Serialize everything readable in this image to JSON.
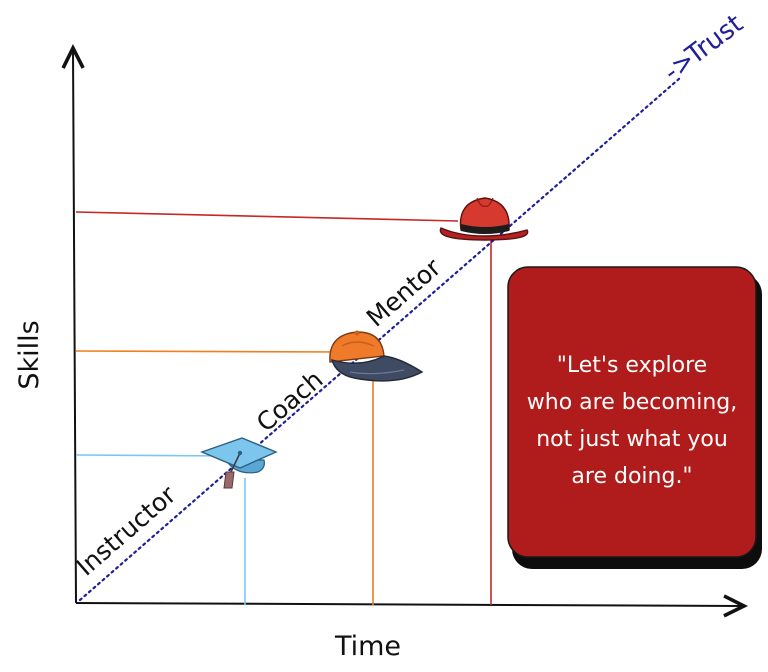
{
  "axes": {
    "x_label": "Time",
    "y_label": "Skills"
  },
  "trend": {
    "label": "Trust",
    "arrow_glyph": "->"
  },
  "roles": [
    {
      "label": "Instructor",
      "hat": "graduation-cap-icon",
      "color": "#7cc6ee"
    },
    {
      "label": "Coach",
      "hat": "baseball-cap-icon",
      "color": "#f07f1e"
    },
    {
      "label": "Mentor",
      "hat": "fedora-hat-icon",
      "color": "#c62828"
    }
  ],
  "quote": {
    "lines": [
      "\"Let's explore",
      "who are becoming,",
      "not just what you",
      "are doing.\""
    ],
    "background": "#b01b1b"
  },
  "colors": {
    "axis": "#111111",
    "trend": "#1f1f99"
  }
}
